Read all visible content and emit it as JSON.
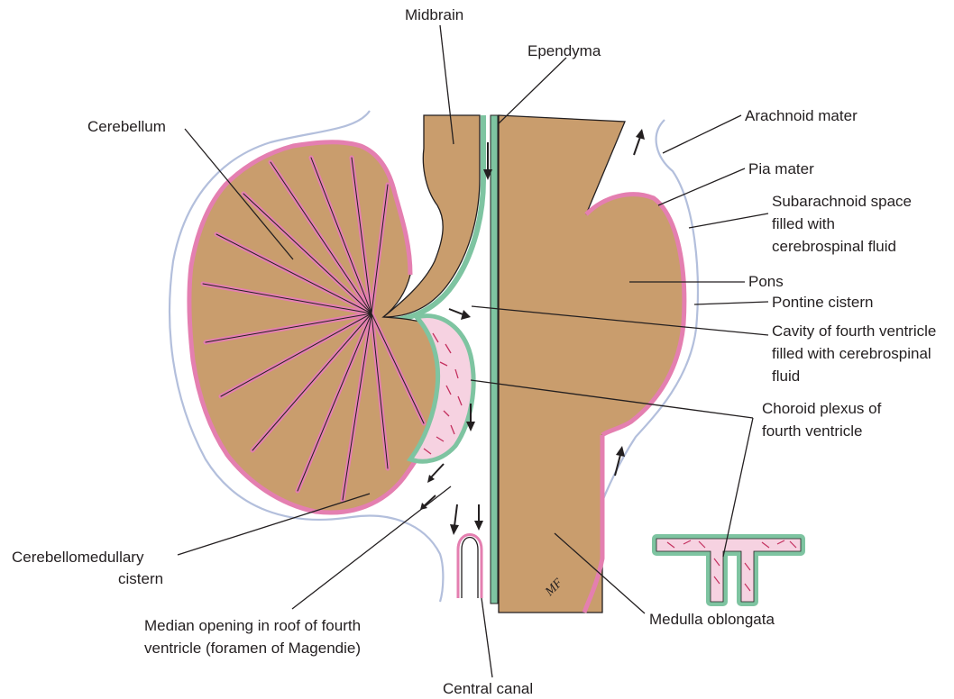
{
  "labels": {
    "midbrain": "Midbrain",
    "ependyma": "Ependyma",
    "cerebellum": "Cerebellum",
    "arachnoid": "Arachnoid mater",
    "pia": "Pia mater",
    "subarachnoid_1": "Subarachnoid space",
    "subarachnoid_2": "filled with",
    "subarachnoid_3": "cerebrospinal fluid",
    "pons": "Pons",
    "pontine": "Pontine cistern",
    "cavity_1": "Cavity of fourth ventricle",
    "cavity_2": "filled with cerebrospinal",
    "cavity_3": "fluid",
    "choroid_1": "Choroid plexus of",
    "choroid_2": "fourth ventricle",
    "cm_1": "Cerebellomedullary",
    "cm_2": "cistern",
    "median_1": "Median opening in roof of fourth",
    "median_2": "ventricle (foramen of Magendie)",
    "medulla": "Medulla oblongata",
    "central": "Central canal",
    "signature": "MF"
  },
  "colors": {
    "neural_tissue": "#c99d6d",
    "pia_mater": "#e47fb0",
    "arachnoid_mater": "#b3bfdc",
    "ependyma": "#7ec4a1",
    "choroid_plexus": "#f6d2e1"
  }
}
